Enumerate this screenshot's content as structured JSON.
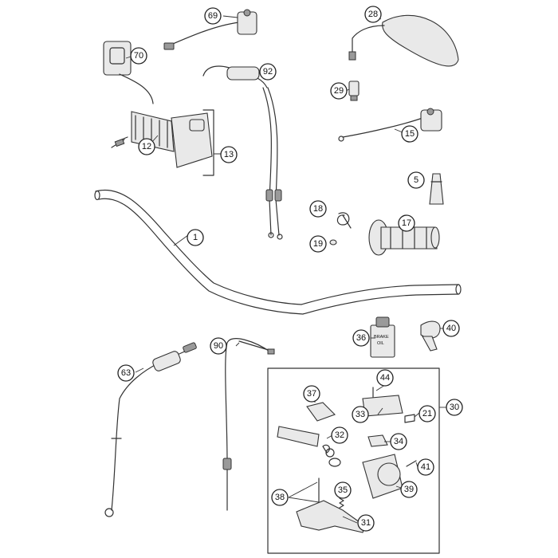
{
  "callouts": {
    "c1": "1",
    "c5": "5",
    "c12": "12",
    "c13": "13",
    "c15": "15",
    "c17": "17",
    "c18": "18",
    "c19": "19",
    "c21": "21",
    "c28": "28",
    "c29": "29",
    "c30": "30",
    "c31": "31",
    "c32": "32",
    "c33": "33",
    "c34": "34",
    "c35": "35",
    "c36": "36",
    "c37": "37",
    "c38": "38",
    "c39": "39",
    "c40": "40",
    "c41": "41",
    "c44": "44",
    "c63": "63",
    "c69": "69",
    "c70": "70",
    "c90": "90",
    "c92": "92"
  },
  "labels": {
    "oil_bottle_line1": "BRAKE",
    "oil_bottle_line2": "OIL"
  }
}
